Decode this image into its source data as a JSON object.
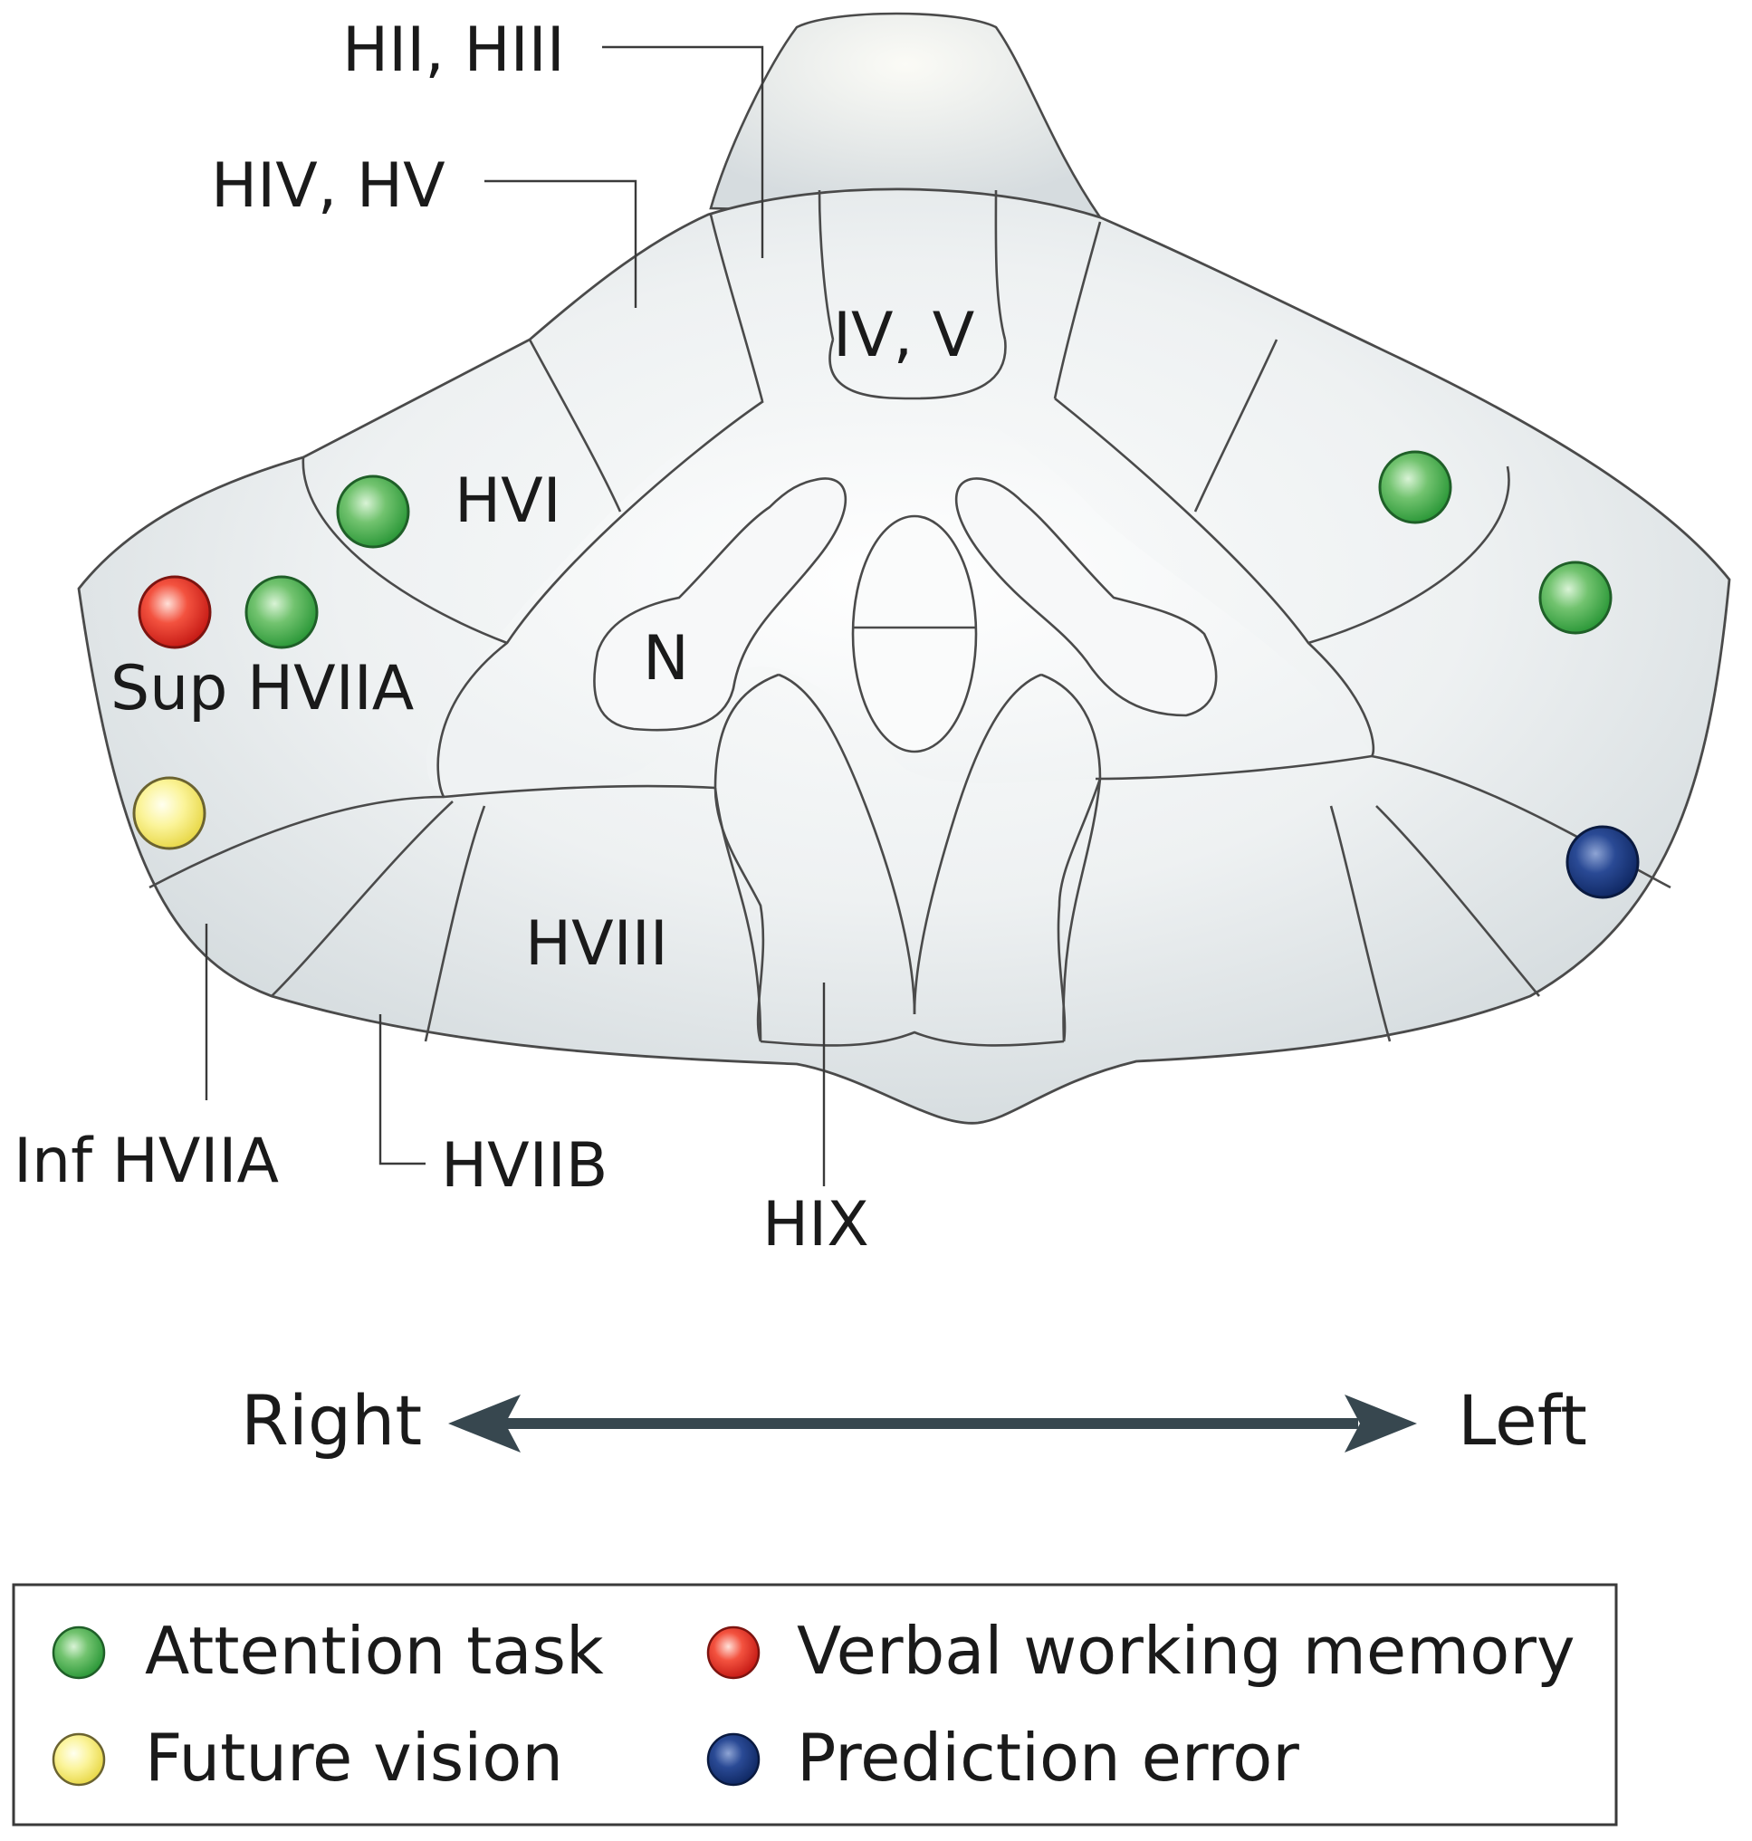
{
  "regions": {
    "hii_hiii": "HII, HIII",
    "hiv_hv": "HIV, HV",
    "iv_v": "IV, V",
    "hvi": "HVI",
    "n": "N",
    "sup_hviia": "Sup HVIIA",
    "hviii": "HVIII",
    "inf_hviia": "Inf HVIIA",
    "hviib": "HVIIB",
    "hix": "HIX"
  },
  "orientation": {
    "right": "Right",
    "left": "Left"
  },
  "legend": [
    {
      "label": "Attention task",
      "color": "#3fae49"
    },
    {
      "label": "Verbal working memory",
      "color": "#e8261e"
    },
    {
      "label": "Future vision",
      "color": "#f6ea6a"
    },
    {
      "label": "Prediction error",
      "color": "#1f3f86"
    }
  ],
  "dots": [
    {
      "task": "Attention task",
      "region": "HVI",
      "side": "Right"
    },
    {
      "task": "Verbal working memory",
      "region": "Sup HVIIA",
      "side": "Right"
    },
    {
      "task": "Attention task",
      "region": "Sup HVIIA",
      "side": "Right"
    },
    {
      "task": "Future vision",
      "region": "Sup HVIIA",
      "side": "Right"
    },
    {
      "task": "Attention task",
      "region": "HVI",
      "side": "Left"
    },
    {
      "task": "Attention task",
      "region": "Sup HVIIA",
      "side": "Left"
    },
    {
      "task": "Prediction error",
      "region": "Inf HVIIA",
      "side": "Left"
    }
  ]
}
